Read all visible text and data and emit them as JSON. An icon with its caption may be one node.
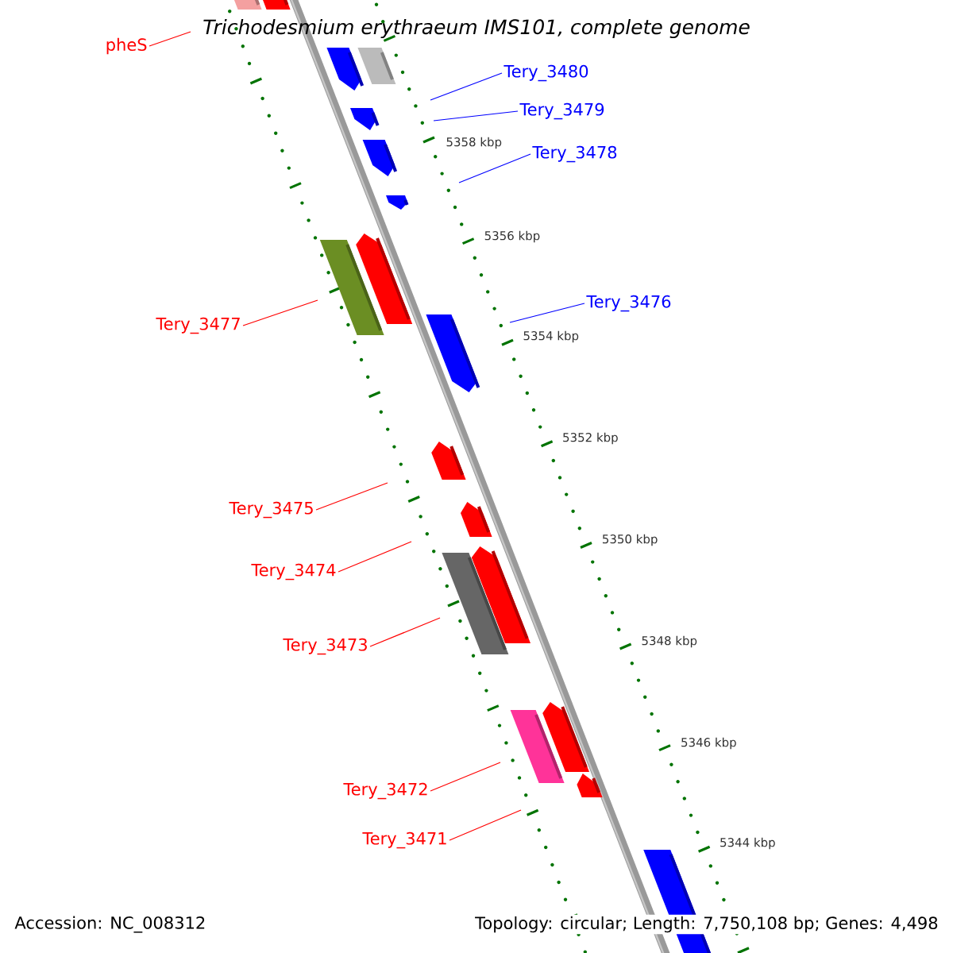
{
  "diagram": {
    "title": "Trichodesmium erythraeum IMS101, complete genome",
    "nodes": [
      {
        "text": [
          "pheS"
        ]
      },
      {
        "text": [
          "Tery_3480"
        ]
      },
      {
        "text": [
          "Tery_3479"
        ]
      },
      {
        "text": [
          "Tery_3478"
        ]
      },
      {
        "text": [
          "Tery_3476"
        ]
      },
      {
        "text": [
          "Tery_3477"
        ]
      },
      {
        "text": [
          "Tery_3475"
        ]
      },
      {
        "text": [
          "Tery_3474"
        ]
      },
      {
        "text": [
          "Tery_3473"
        ]
      },
      {
        "text": [
          "Tery_3472"
        ]
      },
      {
        "text": [
          "Tery_3471"
        ]
      }
    ],
    "edges": [
      {
        "from": 0,
        "to": null,
        "arrow": "none"
      },
      {
        "from": 1,
        "to": null,
        "arrow": "none",
        "color": "#0000ff"
      },
      {
        "from": 2,
        "to": null,
        "arrow": "none",
        "color": "#0000ff"
      },
      {
        "from": 3,
        "to": null,
        "arrow": "none",
        "color": "#0000ff"
      },
      {
        "from": 4,
        "to": null,
        "arrow": "none",
        "color": "#0000ff"
      },
      {
        "from": 5,
        "to": null,
        "arrow": "none"
      },
      {
        "from": 6,
        "to": null,
        "arrow": "none"
      },
      {
        "from": 7,
        "to": null,
        "arrow": "none"
      },
      {
        "from": 8,
        "to": null,
        "arrow": "none"
      },
      {
        "from": 9,
        "to": null,
        "arrow": "none"
      },
      {
        "from": 10,
        "to": null,
        "arrow": "none"
      }
    ],
    "labels": [
      "5358 kbp",
      "5356 kbp",
      "5354 kbp",
      "5352 kbp",
      "5350 kbp",
      "5348 kbp",
      "5346 kbp",
      "5344 kbp",
      "Accession: NC_008312",
      "Topology: circular; Length: 7,750,108 bp; Genes: 4,498"
    ]
  }
}
